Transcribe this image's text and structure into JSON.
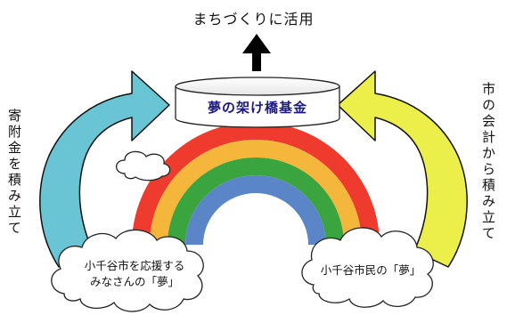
{
  "top_label": "まちづくりに活用",
  "fund_label": "夢の架け橋基金",
  "left_side_label": "寄附金を積み立て",
  "right_side_label": "市の会計から積み立て",
  "cloud_left": {
    "line1": "小千谷市を応援する",
    "line2": "みなさんの「夢」"
  },
  "cloud_right": {
    "text": "小千谷市民の「夢」"
  },
  "colors": {
    "rainbow": [
      "#ee3b2e",
      "#f4b63b",
      "#3aa43f",
      "#5a86c8"
    ],
    "left_arrow": "#69c5d3",
    "right_arrow": "#ecee4a",
    "up_arrow": "#000000",
    "fund_text": "#1a1a80"
  },
  "icons": {
    "left_arrow": "curved-arrow-right-icon",
    "right_arrow": "curved-arrow-left-icon",
    "up_arrow": "arrow-up-icon"
  }
}
